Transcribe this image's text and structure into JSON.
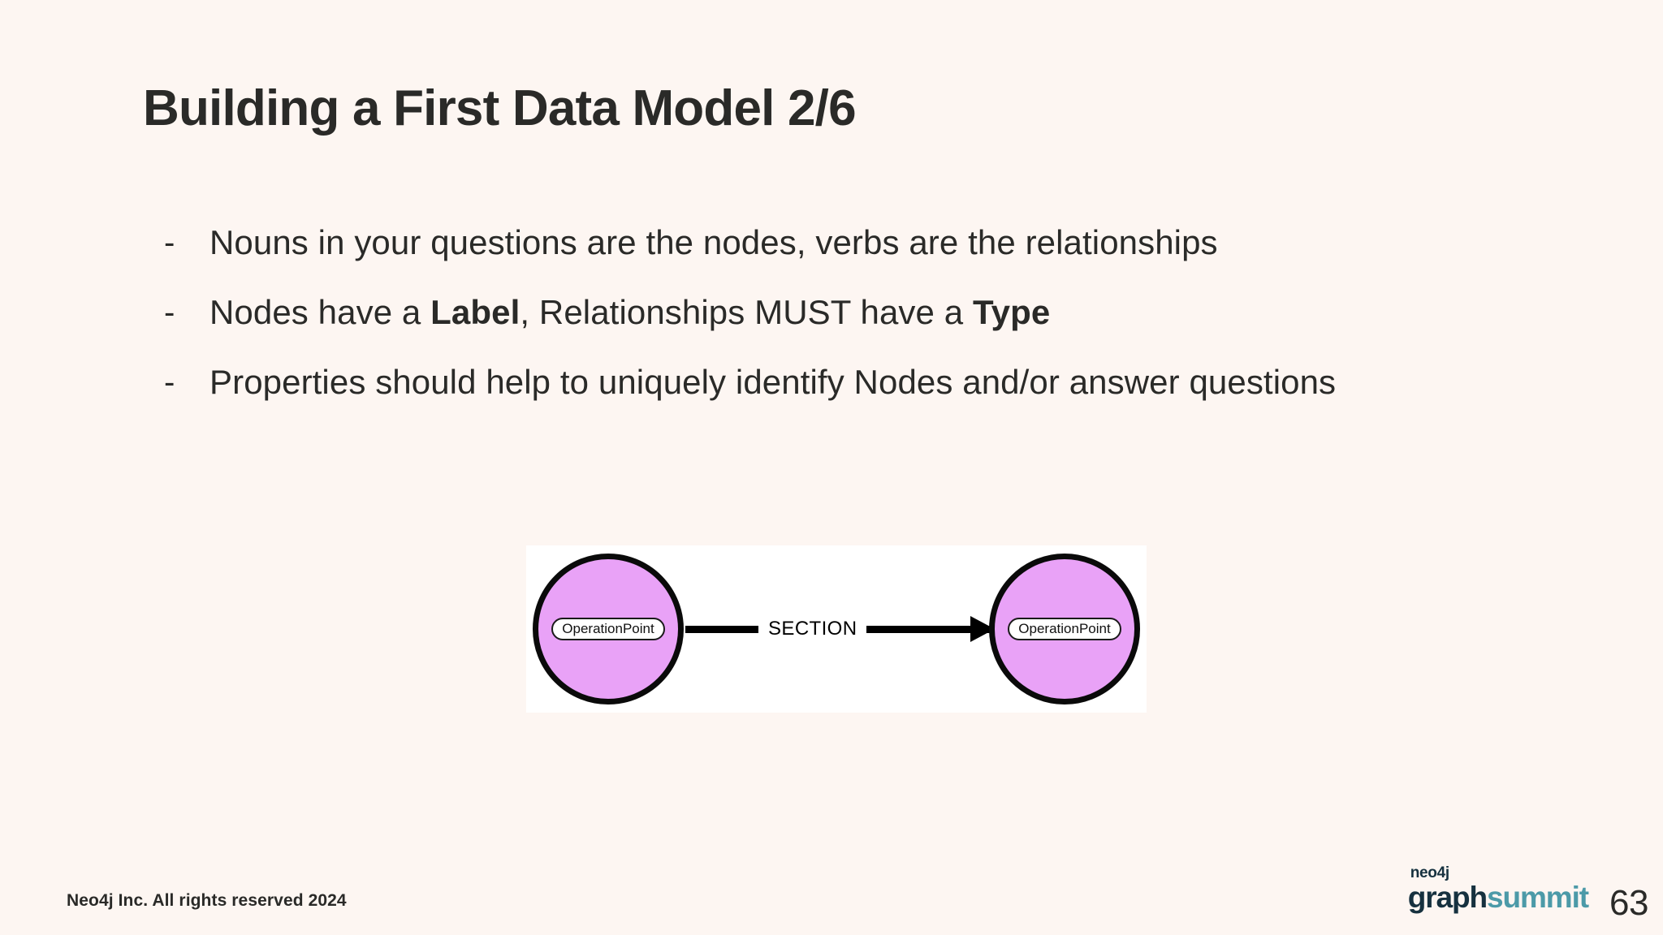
{
  "slide": {
    "title": "Building a First Data Model 2/6",
    "background_color": "#FDF6F2",
    "text_color": "#2A2A28"
  },
  "bullets": [
    {
      "marker": "-",
      "parts": [
        {
          "text": "Nouns in your questions are the nodes, verbs are the relationships",
          "bold": false
        }
      ]
    },
    {
      "marker": "-",
      "parts": [
        {
          "text": "Nodes have a ",
          "bold": false
        },
        {
          "text": "Label",
          "bold": true
        },
        {
          "text": ", Relationships MUST have a ",
          "bold": false
        },
        {
          "text": "Type",
          "bold": true
        }
      ]
    },
    {
      "marker": "-",
      "parts": [
        {
          "text": "Properties should help to uniquely identify Nodes and/or answer questions",
          "bold": false
        }
      ]
    }
  ],
  "diagram": {
    "type": "graph",
    "panel_background": "#FFFFFF",
    "node_fill": "#E9A2F7",
    "node_stroke": "#0A0A0A",
    "nodes": [
      {
        "id": "left",
        "label": "OperationPoint"
      },
      {
        "id": "right",
        "label": "OperationPoint"
      }
    ],
    "relationships": [
      {
        "source": "left",
        "target": "right",
        "type": "SECTION",
        "direction": "right"
      }
    ]
  },
  "footer": {
    "copyright": "Neo4j Inc. All rights reserved 2024",
    "brand": {
      "neo4j": "neo4j",
      "graph": "graph",
      "summit": "summit",
      "graph_color": "#16313F",
      "summit_color": "#4C9AA8"
    },
    "page_number": "63"
  }
}
